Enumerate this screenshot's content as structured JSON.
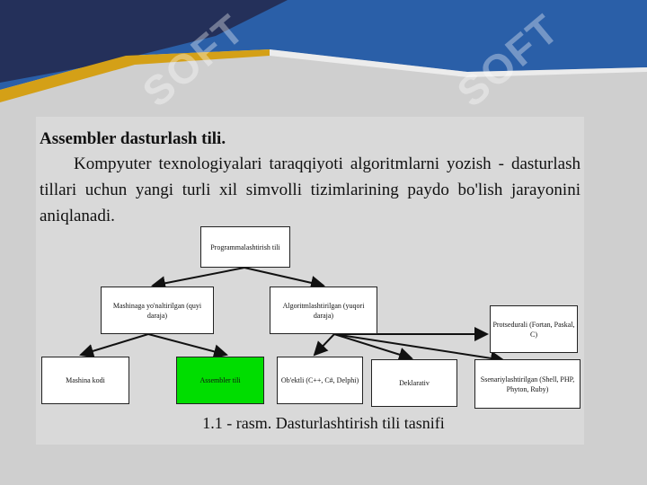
{
  "slide": {
    "heading": "Assembler dasturlash tili.",
    "paragraph": "Kompyuter texnologiyalari taraqqiyoti algoritmlarni yozish - dasturlash tillari uchun yangi turli xil simvolli tizimlarining paydo bo'lish jarayonini aniqlanadi.",
    "caption": "1.1 - rasm. Dasturlashtirish tili tasnifi"
  },
  "watermark": {
    "text": "SOFT"
  },
  "colors": {
    "banner_blue": "#2a5fa8",
    "banner_dark": "#24305a",
    "banner_gold": "#d4a017",
    "highlight_green": "#00dd00"
  },
  "diagram": {
    "nodes": [
      {
        "id": "root",
        "label": "Programmalashtirish tili"
      },
      {
        "id": "machine_oriented",
        "label": "Mashinaga yo'naltirilgan (quyi daraja)"
      },
      {
        "id": "algorithmic",
        "label": "Algoritmlashtirilgan (yuqori daraja)"
      },
      {
        "id": "procedural",
        "label": "Protsedurali (Fortan, Paskal, C)"
      },
      {
        "id": "machine_codes",
        "label": "Mashina kodi"
      },
      {
        "id": "assembler",
        "label": "Assembler tili"
      },
      {
        "id": "object_oriented",
        "label": "Ob'ektli (C++, C#, Delphi)"
      },
      {
        "id": "declarative",
        "label": "Deklarativ"
      },
      {
        "id": "scripting",
        "label": "Ssenariylashtirilgan (Shell, PHP, Phyton, Ruby)"
      }
    ]
  }
}
